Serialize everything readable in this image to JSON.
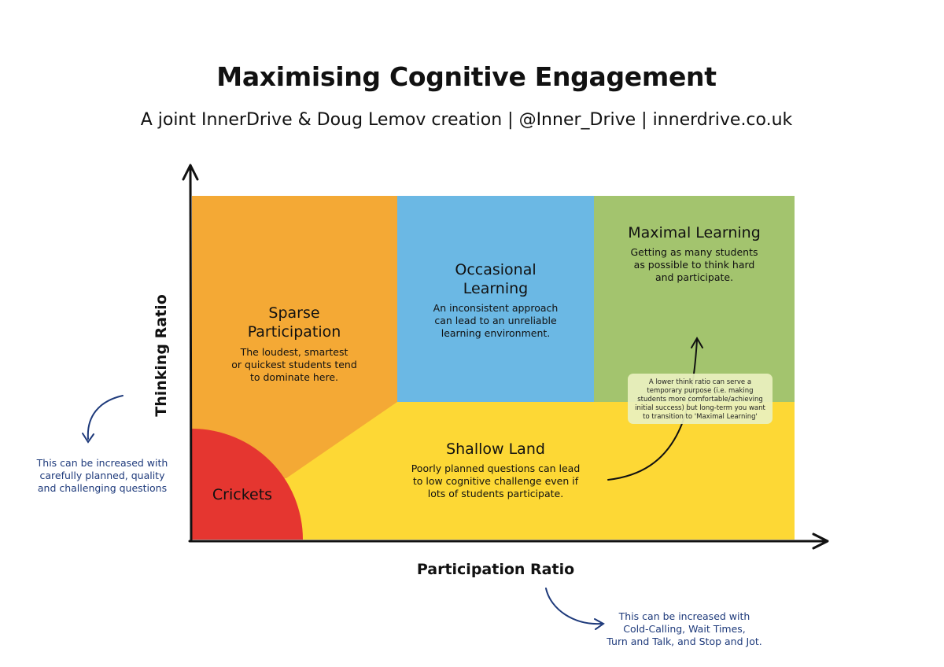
{
  "header": {
    "title": "Maximising Cognitive Engagement",
    "subtitle": "A joint InnerDrive & Doug Lemov creation | @Inner_Drive | innerdrive.co.uk"
  },
  "axes": {
    "x_label": "Participation Ratio",
    "y_label": "Thinking Ratio"
  },
  "zones": {
    "sparse": {
      "title_line1": "Sparse",
      "title_line2": "Participation",
      "desc_line1": "The loudest, smartest",
      "desc_line2": "or quickest students tend",
      "desc_line3": "to dominate here.",
      "color": "#f4a935"
    },
    "occasional": {
      "title_line1": "Occasional",
      "title_line2": "Learning",
      "desc_line1": "An inconsistent approach",
      "desc_line2": "can lead to an unreliable",
      "desc_line3": "learning environment.",
      "color": "#6bb8e4"
    },
    "maximal": {
      "title": "Maximal Learning",
      "desc_line1": "Getting as many students",
      "desc_line2": "as possible to think hard",
      "desc_line3": "and participate.",
      "color": "#a3c46e"
    },
    "shallow": {
      "title": "Shallow Land",
      "desc_line1": "Poorly planned questions can lead",
      "desc_line2": "to low cognitive challenge even if",
      "desc_line3": "lots of students participate.",
      "color": "#fdd835"
    },
    "crickets": {
      "title": "Crickets",
      "color": "#e53630"
    }
  },
  "callout": {
    "line1": "A lower think ratio can serve a",
    "line2": "temporary purpose (i.e. making",
    "line3": "students more comfortable/achieving",
    "line4": "initial success) but long-term you want",
    "line5": "to transition to 'Maximal Learning'"
  },
  "notes": {
    "thinking": {
      "line1": "This can be increased with",
      "line2": "carefully planned, quality",
      "line3": "and challenging questions"
    },
    "participation": {
      "line1": "This can be increased with",
      "line2": "Cold-Calling, Wait Times,",
      "line3": "Turn and Talk, and Stop and Jot."
    }
  },
  "colors": {
    "note_text": "#1e3a7b",
    "axis": "#111111"
  }
}
